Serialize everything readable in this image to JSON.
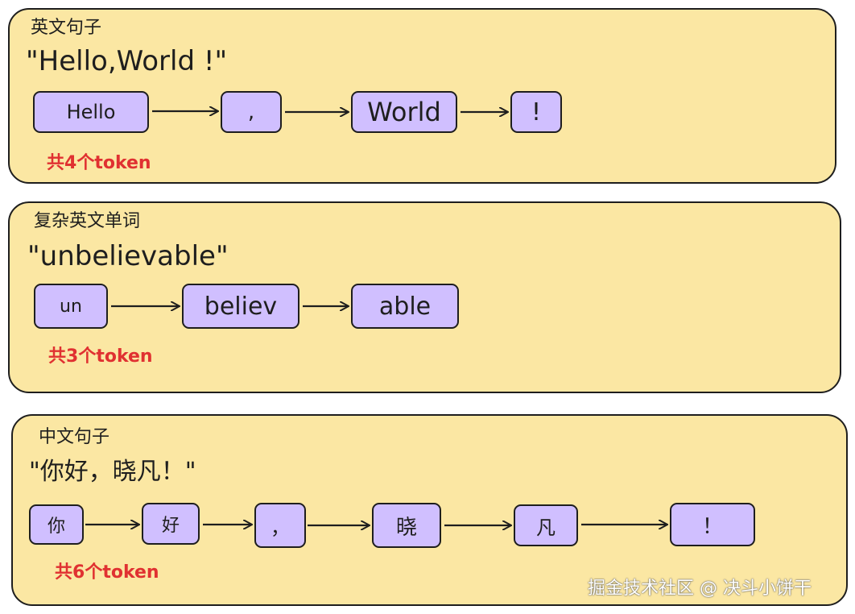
{
  "panels": [
    {
      "label": "英文句子",
      "sentence": "\"Hello,World !\"",
      "tokens": [
        "Hello",
        ",",
        "World",
        "!"
      ],
      "count_prefix": "共",
      "count_num": "4",
      "count_suffix": "个token"
    },
    {
      "label": "复杂英文单词",
      "sentence": "\"unbelievable\"",
      "tokens": [
        "un",
        "believ",
        "able"
      ],
      "count_prefix": "共",
      "count_num": "3",
      "count_suffix": "个token"
    },
    {
      "label": "中文句子",
      "sentence": "\"你好，晓凡！\"",
      "tokens": [
        "你",
        "好",
        "，",
        "晓",
        "凡",
        "！"
      ],
      "count_prefix": "共",
      "count_num": "6",
      "count_suffix": "个token"
    }
  ],
  "watermark": "掘金技术社区 @ 决斗小饼干",
  "colors": {
    "panel_fill": "#fbe7a3",
    "token_fill": "#d0bfff",
    "count_text": "#e03131",
    "stroke": "#1e1e1e"
  }
}
